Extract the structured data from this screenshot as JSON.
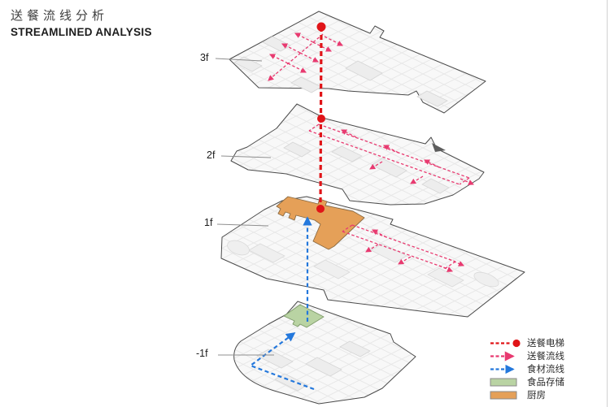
{
  "header": {
    "title_zh": "送餐流线分析",
    "title_en": "STREAMLINED ANALYSIS"
  },
  "floors": [
    {
      "id": "3f",
      "label": "3f"
    },
    {
      "id": "2f",
      "label": "2f"
    },
    {
      "id": "1f",
      "label": "1f"
    },
    {
      "id": "-1f",
      "label": "-1f"
    }
  ],
  "legend": {
    "items": [
      {
        "id": "elevator",
        "symbol": "dashed-line-dot",
        "label": "送餐电梯",
        "color": "#e01418"
      },
      {
        "id": "meal-flow",
        "symbol": "dashed-line-arrow",
        "label": "送餐流线",
        "color": "#e83a70"
      },
      {
        "id": "ingredient-flow",
        "symbol": "dashed-line-arrow",
        "label": "食材流线",
        "color": "#2478dc"
      },
      {
        "id": "food-storage",
        "symbol": "swatch",
        "label": "食品存储",
        "color": "#b9d3a3"
      },
      {
        "id": "kitchen",
        "symbol": "swatch",
        "label": "厨房",
        "color": "#e5a058"
      }
    ]
  },
  "zones": {
    "kitchen": {
      "label": "厨房",
      "color": "#e5a058",
      "floor": "1f"
    },
    "storage": {
      "label": "食品存储",
      "color": "#b9d3a3",
      "floor": "-1f"
    }
  },
  "colors": {
    "elevator_red": "#e01418",
    "delivery_pink": "#e83a70",
    "ingredient_blue": "#2478dc",
    "plate_fill": "#f8f8f8",
    "plate_outline": "#4b4b4b",
    "leader_gray": "#8f8f8f",
    "zone_stroke": "#8a6a42",
    "storage_stroke": "#7d9a68"
  }
}
